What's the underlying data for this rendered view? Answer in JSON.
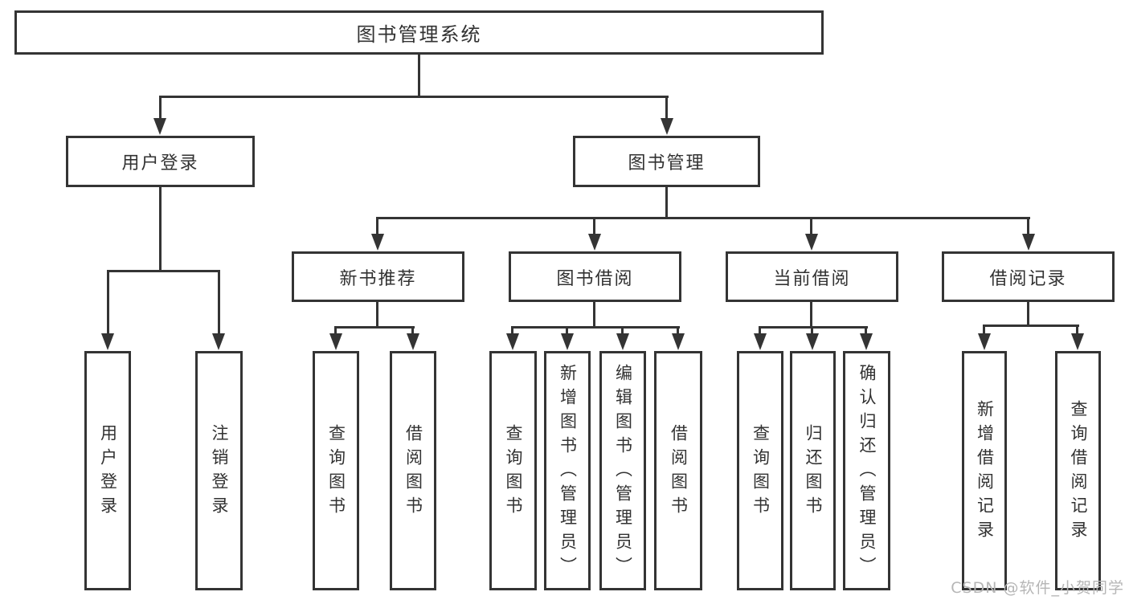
{
  "diagram": {
    "type": "hierarchy-tree",
    "root": {
      "label": "图书管理系统"
    },
    "level2": [
      {
        "label": "用户登录"
      },
      {
        "label": "图书管理"
      }
    ],
    "level3": [
      {
        "label": "新书推荐",
        "parent": "图书管理"
      },
      {
        "label": "图书借阅",
        "parent": "图书管理"
      },
      {
        "label": "当前借阅",
        "parent": "图书管理"
      },
      {
        "label": "借阅记录",
        "parent": "图书管理"
      }
    ],
    "leaves": [
      {
        "label": "用户登录",
        "parent": "用户登录"
      },
      {
        "label": "注销登录",
        "parent": "用户登录"
      },
      {
        "label": "查询图书",
        "parent": "新书推荐"
      },
      {
        "label": "借阅图书",
        "parent": "新书推荐"
      },
      {
        "label": "查询图书",
        "parent": "图书借阅"
      },
      {
        "label": "新增图书（管理员）",
        "parent": "图书借阅"
      },
      {
        "label": "编辑图书（管理员）",
        "parent": "图书借阅"
      },
      {
        "label": "借阅图书",
        "parent": "图书借阅"
      },
      {
        "label": "查询图书",
        "parent": "当前借阅"
      },
      {
        "label": "归还图书",
        "parent": "当前借阅"
      },
      {
        "label": "确认归还（管理员）",
        "parent": "当前借阅"
      },
      {
        "label": "新增借阅记录",
        "parent": "借阅记录"
      },
      {
        "label": "查询借阅记录",
        "parent": "借阅记录"
      }
    ],
    "colors": {
      "line": "#343434",
      "text": "#323232",
      "background": "#ffffff",
      "watermark": "#b6b6b6"
    }
  },
  "watermark": {
    "text": "CSDN @软件_小贺同学"
  }
}
